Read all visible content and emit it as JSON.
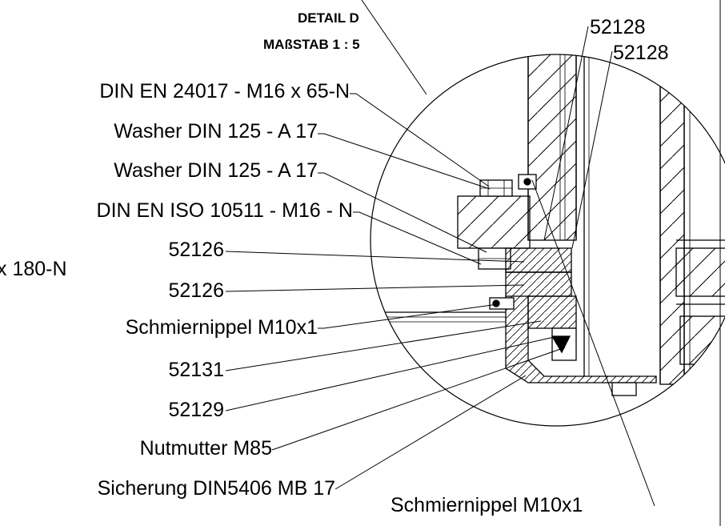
{
  "detail": {
    "title": "DETAIL D",
    "scale": "MAßSTAB 1 : 5"
  },
  "labels": {
    "bolt": "DIN EN 24017 - M16 x 65-N",
    "washer_1": "Washer DIN 125 - A 17",
    "washer_2": "Washer DIN 125 - A 17",
    "nut": "DIN EN ISO 10511 - M16 - N",
    "partial_left": "x 180-N",
    "part_52126_a": "52126",
    "part_52126_b": "52126",
    "grease_nipple_left": "Schmiernippel M10x1",
    "part_52131": "52131",
    "part_52129": "52129",
    "slotted_nut": "Nutmutter M85",
    "lock_washer": "Sicherung DIN5406 MB 17",
    "grease_nipple_bottom": "Schmiernippel M10x1",
    "part_52128_a": "52128",
    "part_52128_b": "52128"
  }
}
